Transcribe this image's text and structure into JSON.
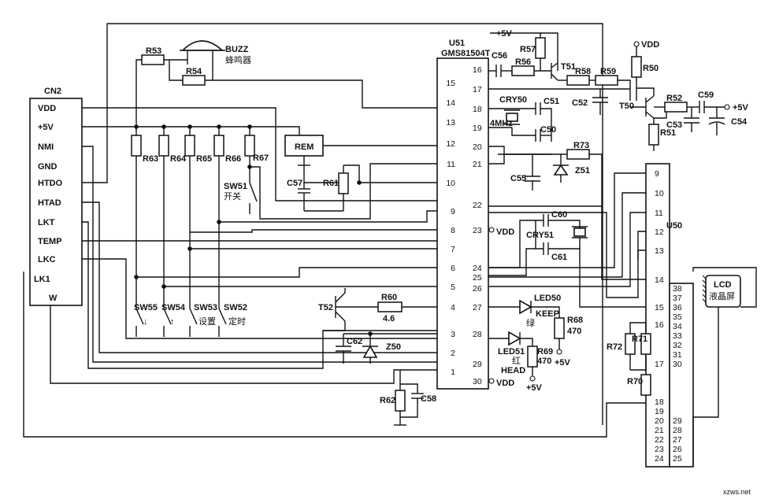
{
  "cn2": {
    "title": "CN2",
    "pins": [
      "VDD",
      "+5V",
      "NMI",
      "GND",
      "HTDO",
      "HTAD",
      "LKT",
      "TEMP",
      "LKC"
    ],
    "lk1": "LK1",
    "w": "W"
  },
  "u51": {
    "ref": "U51",
    "part": "GMS81504T",
    "left_pins": [
      "15",
      "14",
      "13",
      "12",
      "11",
      "10",
      "9",
      "8",
      "7",
      "6",
      "5",
      "4",
      "3",
      "2",
      "1"
    ],
    "right_pins": [
      "16",
      "17",
      "18",
      "19",
      "20",
      "21",
      "22",
      "23",
      "24",
      "25",
      "26",
      "27",
      "28",
      "29",
      "30"
    ],
    "vdd23": "VDD",
    "vdd30": "VDD"
  },
  "u50": {
    "ref": "U50",
    "left_pins": [
      "9",
      "10",
      "11",
      "12",
      "13",
      "14",
      "15",
      "16",
      "17",
      "18",
      "19",
      "20",
      "21",
      "22",
      "23",
      "24"
    ],
    "right_pins": [
      "38",
      "37",
      "36",
      "35",
      "34",
      "33",
      "32",
      "31",
      "30",
      "29",
      "28",
      "27",
      "26",
      "25"
    ]
  },
  "lcd": {
    "line1": "LCD",
    "line2": "液晶屏"
  },
  "buzzer": {
    "name": "BUZZ",
    "cn": "蜂鸣器"
  },
  "rem": "REM",
  "resistors": {
    "r53": "R53",
    "r54": "R54",
    "r63": "R63",
    "r64": "R64",
    "r65": "R65",
    "r66": "R66",
    "r67": "R67",
    "r61": "R61",
    "r60": "R60",
    "r60_value": "4.6",
    "r62": "R62",
    "r56": "R56",
    "r57": "R57",
    "r58": "R58",
    "r59": "R59",
    "r50": "R50",
    "r52": "R52",
    "r51": "R51",
    "r73": "R73",
    "r68": "R68",
    "r68_value": "470",
    "r69": "R69",
    "r69_value": "470",
    "r72": "R72",
    "r71": "R71",
    "r70": "R70"
  },
  "capacitors": {
    "c57": "C57",
    "c62": "C62",
    "c58": "C58",
    "c56": "C56",
    "c51": "C51",
    "c50": "C50",
    "c52": "C52",
    "c53": "C53",
    "c59": "C59",
    "c54": "C54",
    "c55": "C55",
    "c60": "C60",
    "c61": "C61"
  },
  "crystals": {
    "cry50": "CRY50",
    "cry50_freq": "4MHz",
    "cry51": "CRY51"
  },
  "transistors": {
    "t51": "T51",
    "t50": "T50",
    "t52": "T52"
  },
  "diodes": {
    "z51": "Z51",
    "z50": "Z50"
  },
  "switches": {
    "sw51": "SW51",
    "sw51_cn": "开关",
    "sw55": "SW55",
    "sw55_arrow": "↓",
    "sw54": "SW54",
    "sw54_arrow": "↑",
    "sw53": "SW53",
    "sw53_cn": "设置",
    "sw52": "SW52",
    "sw52_cn": "定时"
  },
  "leds": {
    "led50": "LED50",
    "led50_color": "绿",
    "led50_name": "KEEP",
    "led51": "LED51",
    "led51_color": "红",
    "led51_name": "HEAD"
  },
  "power": {
    "plus5v_top": "+5V",
    "vdd_top": "VDD",
    "plus5v_right": "+5V",
    "plus5v_r68": "+5V",
    "plus5v_r69": "+5V"
  },
  "watermark": "xzws.net"
}
